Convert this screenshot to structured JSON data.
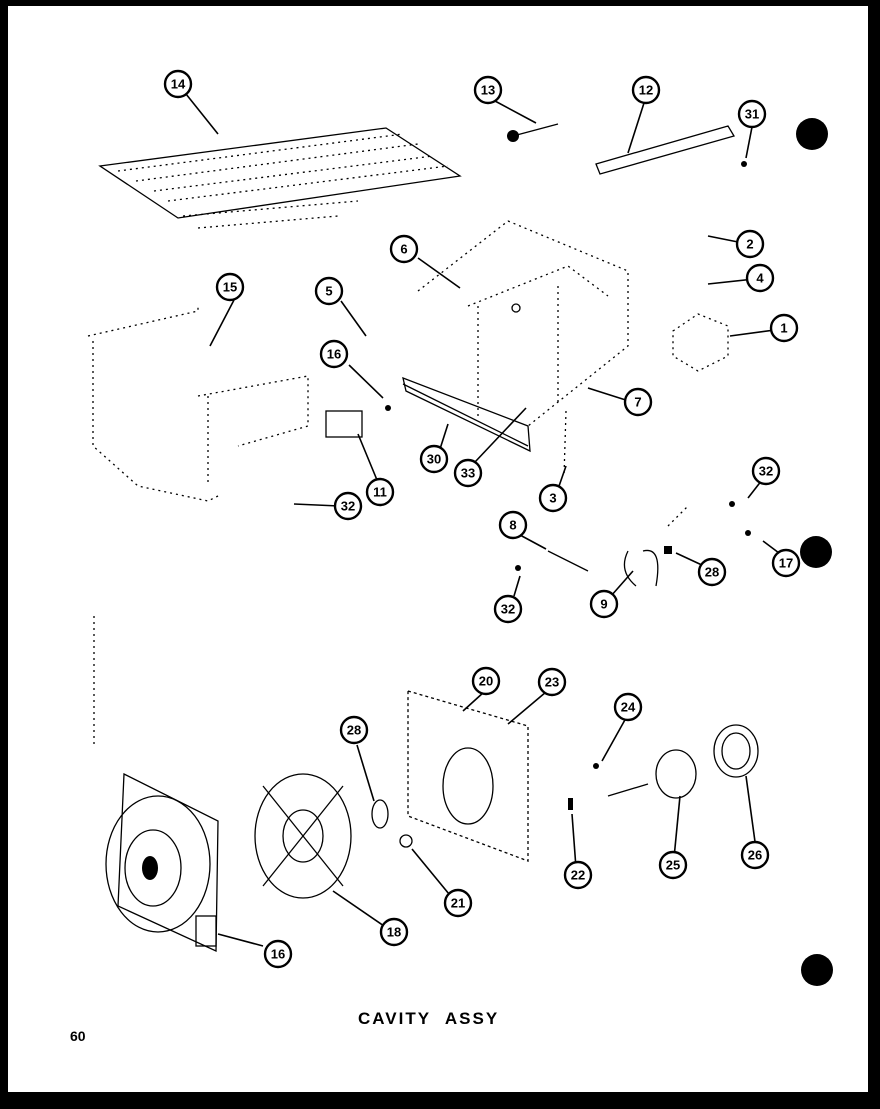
{
  "title": "CAVITY ASSY",
  "page_number": "60",
  "callouts": [
    "14",
    "13",
    "12",
    "31",
    "2",
    "4",
    "1",
    "6",
    "5",
    "15",
    "16",
    "7",
    "30",
    "33",
    "3",
    "11",
    "32",
    "32",
    "8",
    "28",
    "17",
    "32",
    "9",
    "20",
    "23",
    "24",
    "28",
    "22",
    "25",
    "26",
    "21",
    "18",
    "16"
  ],
  "colors": {
    "ink": "#000000",
    "paper": "#ffffff"
  }
}
